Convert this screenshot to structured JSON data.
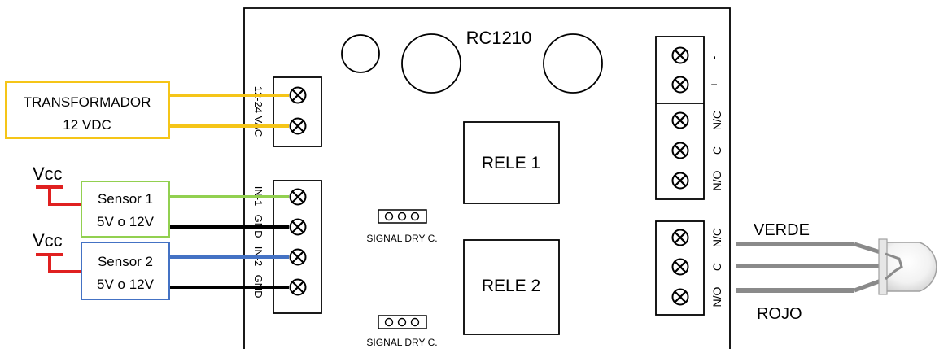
{
  "board": {
    "title": "RC1210",
    "relay1_label": "RELE 1",
    "relay2_label": "RELE 2",
    "jumper1_label": "SIGNAL DRY C.",
    "jumper2_label": "SIGNAL DRY C."
  },
  "power_terminal": {
    "label": "12-24 VAC"
  },
  "input_terminal": {
    "labels": [
      "IN-1",
      "GND",
      "IN-2",
      "GND"
    ]
  },
  "right_terminal": {
    "power_labels": [
      "-",
      "+"
    ],
    "relay1_labels": [
      "N/C",
      "C",
      "N/O"
    ],
    "relay2_labels": [
      "N/C",
      "C",
      "N/O"
    ]
  },
  "transformer": {
    "line1": "TRANSFORMADOR",
    "line2": "12 VDC"
  },
  "sensors": [
    {
      "vcc": "Vcc",
      "name": "Sensor 1",
      "voltage": "5V o 12V"
    },
    {
      "vcc": "Vcc",
      "name": "Sensor 2",
      "voltage": "5V o 12V"
    }
  ],
  "led": {
    "green_label": "VERDE",
    "red_label": "ROJO"
  },
  "colors": {
    "transformer_wire": "#f5c518",
    "sensor1_wire": "#92d050",
    "sensor2_wire": "#4472c4",
    "gnd_wire": "#000000",
    "vcc_wire": "#e02020",
    "led_leads": "#8a8a8a"
  }
}
